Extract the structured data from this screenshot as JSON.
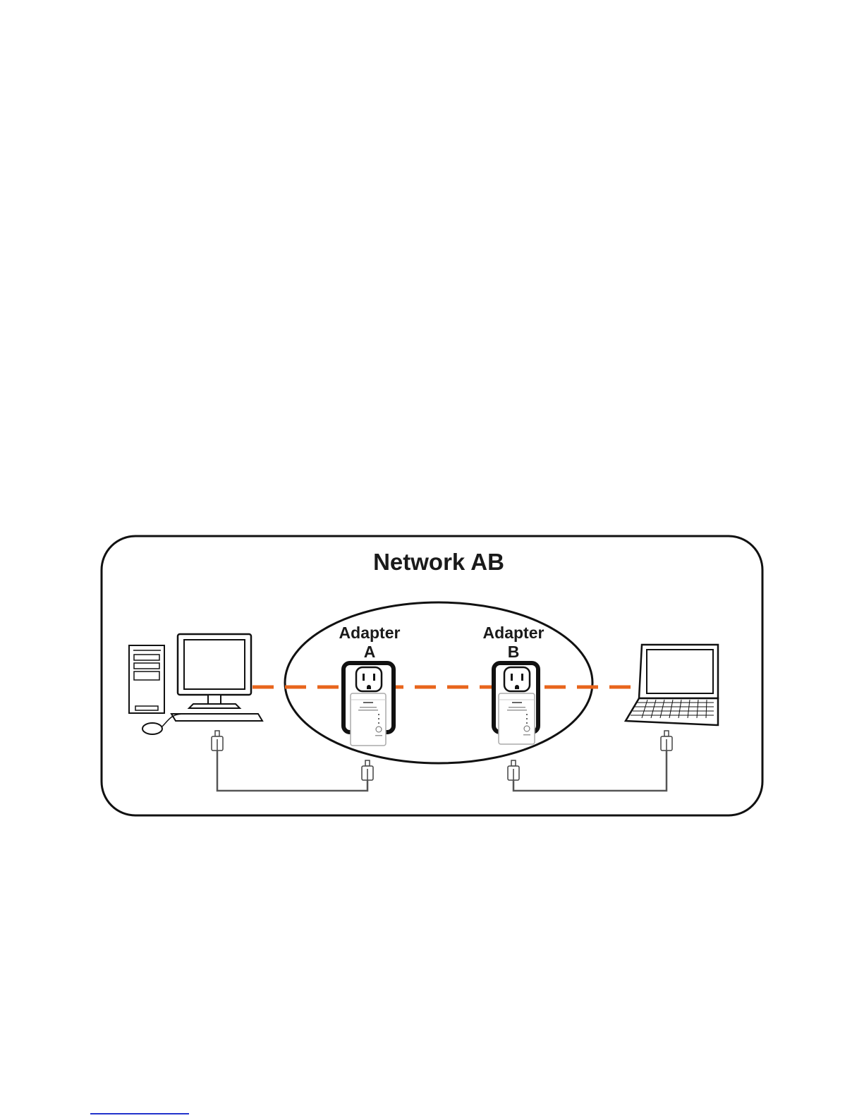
{
  "diagram": {
    "title": "Network AB",
    "adapter_a": {
      "line1": "Adapter",
      "line2": "A"
    },
    "adapter_b": {
      "line1": "Adapter",
      "line2": "B"
    }
  },
  "colors": {
    "link": "#e8651c",
    "outline": "#111111",
    "cable": "#555555"
  },
  "icons": [
    "desktop-computer-icon",
    "power-outlet-icon",
    "powerline-adapter-icon",
    "laptop-icon",
    "electrical-plug-icon",
    "mouse-icon"
  ]
}
